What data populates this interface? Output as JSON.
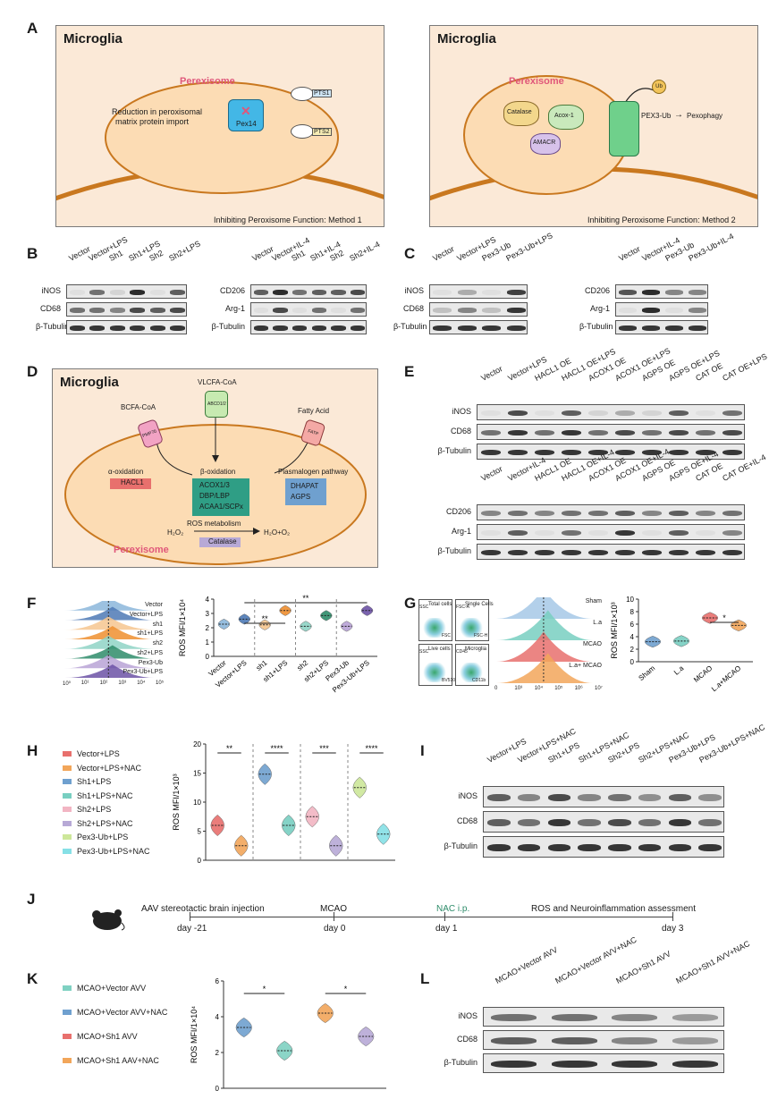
{
  "panels": {
    "A": "A",
    "B": "B",
    "C": "C",
    "D": "D",
    "E": "E",
    "F": "F",
    "G": "G",
    "H": "H",
    "I": "I",
    "J": "J",
    "K": "K",
    "L": "L"
  },
  "A": {
    "left": {
      "title": "Microglia",
      "organelle": "Perexisome",
      "text1": "Reduction in peroxisomal",
      "text2": "matrix protein import",
      "pex": "Pex14",
      "pts1": "PTS1",
      "pts2": "PTS2",
      "caption": "Inhibiting Peroxisome Function: Method 1"
    },
    "right": {
      "title": "Microglia",
      "organelle": "Perexisome",
      "catalase": "Catalase",
      "acox": "Acox-1",
      "amacr": "AMACR",
      "ub": "Ub",
      "pex3": "PEX3-Ub",
      "arrow": "→",
      "pexophagy": "Pexophagy",
      "caption": "Inhibiting Peroxisome Function: Method 2"
    }
  },
  "B": {
    "lanes1": [
      "Vector",
      "Vector+LPS",
      "Sh1",
      "Sh1+LPS",
      "Sh2",
      "Sh2+LPS"
    ],
    "rows1": [
      "iNOS",
      "CD68",
      "β-Tubulin"
    ],
    "lanes2": [
      "Vector",
      "Vector+IL-4",
      "Sh1",
      "Sh1+IL-4",
      "Sh2",
      "Sh2+IL-4"
    ],
    "rows2": [
      "CD206",
      "Arg-1",
      "β-Tubulin"
    ]
  },
  "C": {
    "lanes1": [
      "Vector",
      "Vector+LPS",
      "Pex3-Ub",
      "Pex3-Ub+LPS"
    ],
    "rows1": [
      "iNOS",
      "CD68",
      "β-Tubulin"
    ],
    "lanes2": [
      "Vector",
      "Vector+IL-4",
      "Pex3-Ub",
      "Pex3-Ub+IL-4"
    ],
    "rows2": [
      "CD206",
      "Arg-1",
      "β-Tubulin"
    ]
  },
  "D": {
    "title": "Microglia",
    "organelle": "Perexisome",
    "bcfa": "BCFA-CoA",
    "vlcfa": "VLCFA-CoA",
    "fatty": "Fatty Acid",
    "pmp": "PMP70",
    "abcd": "ABCD1/2",
    "fatp": "FATP",
    "alpha": "α-oxidation",
    "beta": "β-oxidation",
    "plasm": "Plasmalogen pathway",
    "hacl": "HACL1",
    "beta_items": [
      "ACOX1/3",
      "DBP/LBP",
      "ACAA1/SCPx"
    ],
    "plasm_items": [
      "DHAPAT",
      "AGPS"
    ],
    "ros": "ROS metabolism",
    "h2o2": "H₂O₂",
    "h2o": "H₂O+O₂",
    "catalase": "Catalase"
  },
  "E": {
    "lanes1": [
      "Vector",
      "Vector+LPS",
      "HACL1 OE",
      "HACL1 OE+LPS",
      "ACOX1 OE",
      "ACOX1 OE+LPS",
      "AGPS OE",
      "AGPS OE+LPS",
      "CAT OE",
      "CAT OE+LPS"
    ],
    "rows1": [
      "iNOS",
      "CD68",
      "β-Tubulin"
    ],
    "lanes2": [
      "Vector",
      "Vector+IL-4",
      "HACL1 OE",
      "HACL1 OE+IL-4",
      "ACOX1 OE",
      "ACOX1 OE+IL-4",
      "AGPS OE",
      "AGPS OE+IL-4",
      "CAT OE",
      "CAT OE+IL-4"
    ],
    "rows2": [
      "CD206",
      "Arg-1",
      "β-Tubulin"
    ]
  },
  "F": {
    "hist_labels": [
      "Vector",
      "Vector+LPS",
      "sh1",
      "sh1+LPS",
      "sh2",
      "sh2+LPS",
      "Pex3-Ub",
      "Pex3-Ub+LPS"
    ],
    "hist_ticks": [
      "10⁰",
      "10¹",
      "10²",
      "10³",
      "10⁴",
      "10⁵"
    ]
  },
  "G": {
    "gates": [
      "Total cells",
      "Single Cells",
      "Live cells",
      "Microglia"
    ],
    "axes": [
      "SSC",
      "FSC",
      "FSC-A",
      "FSC-H",
      "SSC",
      "BV510",
      "CD45",
      "CD11b"
    ],
    "hist_labels": [
      "Sham",
      "L.a",
      "MCAO",
      "L.a+\nMCAO"
    ],
    "hist_ticks": [
      "0",
      "10³",
      "10⁴",
      "10⁵",
      "10⁶",
      "10⁷"
    ]
  },
  "H": {
    "legend": [
      "Vector+LPS",
      "Vector+LPS+NAC",
      "Sh1+LPS",
      "Sh1+LPS+NAC",
      "Sh2+LPS",
      "Sh2+LPS+NAC",
      "Pex3-Ub+LPS",
      "Pex3-Ub+LPS+NAC"
    ],
    "legend_colors": [
      "#e8706d",
      "#f2a65a",
      "#6fa0cf",
      "#78cfc1",
      "#f2b5c3",
      "#b7a9d6",
      "#cde79a",
      "#86e0e6"
    ]
  },
  "I": {
    "lanes": [
      "Vector+LPS",
      "Vector+LPS+NAC",
      "Sh1+LPS",
      "Sh1+LPS+NAC",
      "Sh2+LPS",
      "Sh2+LPS+NAC",
      "Pex3-Ub+LPS",
      "Pex3-Ub+LPS+NAC"
    ],
    "rows": [
      "iNOS",
      "CD68",
      "β-Tubulin"
    ]
  },
  "J": {
    "steps": [
      "AAV stereotactic brain injection",
      "MCAO",
      "NAC i.p.",
      "ROS and Neuroinflammation assessment"
    ],
    "days": [
      "day -21",
      "day 0",
      "day 1",
      "day 3"
    ]
  },
  "K": {
    "legend": [
      "MCAO+Vector AVV",
      "MCAO+Vector AVV+NAC",
      "MCAO+Sh1 AVV",
      "MCAO+Sh1 AAV+NAC"
    ],
    "legend_colors": [
      "#7fd1c2",
      "#6fa0cf",
      "#e8706d",
      "#f2a65a"
    ]
  },
  "L": {
    "lanes": [
      "MCAO+Vector AVV",
      "MCAO+Vector AVV+NAC",
      "MCAO+Sh1 AVV",
      "MCAO+Sh1 AVV+NAC"
    ],
    "rows": [
      "iNOS",
      "CD68",
      "β-Tubulin"
    ]
  },
  "chart_data": [
    {
      "type": "violin",
      "panel": "F",
      "ylabel": "ROS MFI/1×10⁴",
      "ylim": [
        0,
        4
      ],
      "yticks": [
        "0",
        "1",
        "2",
        "3",
        "4"
      ],
      "categories": [
        "Vector",
        "Vector+LPS",
        "sh1",
        "sh1+LPS",
        "sh2",
        "sh2+LPS",
        "Pex3-Ub",
        "Pex3-Ub+LPS"
      ],
      "values": [
        2.25,
        2.6,
        2.2,
        3.2,
        2.1,
        2.85,
        2.1,
        3.2
      ],
      "colors": [
        "#8bb6db",
        "#4d79b5",
        "#f6c68f",
        "#ef8f2f",
        "#8fd3c5",
        "#2e8c6a",
        "#b9a3d6",
        "#6c52a6"
      ],
      "significance": [
        {
          "pair": [
            "Vector+LPS",
            "sh1+LPS"
          ],
          "label": "**"
        },
        {
          "pair": [
            "Vector+LPS",
            "Pex3-Ub+LPS"
          ],
          "label": "**"
        }
      ]
    },
    {
      "type": "violin",
      "panel": "G",
      "ylabel": "ROS MFI/1×10³",
      "ylim": [
        0,
        10
      ],
      "yticks": [
        "0",
        "2",
        "4",
        "6",
        "8",
        "10"
      ],
      "categories": [
        "Sham",
        "L.a",
        "MCAO",
        "L.a+MCAO"
      ],
      "values": [
        3.2,
        3.3,
        7.0,
        5.8
      ],
      "colors": [
        "#6fa0cf",
        "#78cfc1",
        "#e8706d",
        "#f2a65a"
      ],
      "significance": [
        {
          "pair": [
            "MCAO",
            "L.a+MCAO"
          ],
          "label": "*"
        }
      ]
    },
    {
      "type": "violin",
      "panel": "H",
      "ylabel": "ROS MFI/1×10³",
      "ylim": [
        0,
        20
      ],
      "yticks": [
        "0",
        "5",
        "10",
        "15",
        "20"
      ],
      "categories": [
        "Vector+LPS",
        "Vector+LPS+NAC",
        "Sh1+LPS",
        "Sh1+LPS+NAC",
        "Sh2+LPS",
        "Sh2+LPS+NAC",
        "Pex3-Ub+LPS",
        "Pex3-Ub+LPS+NAC"
      ],
      "values": [
        6.0,
        2.5,
        14.8,
        6.0,
        7.5,
        2.5,
        12.5,
        4.5
      ],
      "colors": [
        "#e8706d",
        "#f2a65a",
        "#6fa0cf",
        "#78cfc1",
        "#f2b5c3",
        "#b7a9d6",
        "#cde79a",
        "#86e0e6"
      ],
      "significance": [
        {
          "pair": [
            "Vector+LPS",
            "Vector+LPS+NAC"
          ],
          "label": "**"
        },
        {
          "pair": [
            "Sh1+LPS",
            "Sh1+LPS+NAC"
          ],
          "label": "****"
        },
        {
          "pair": [
            "Sh2+LPS",
            "Sh2+LPS+NAC"
          ],
          "label": "***"
        },
        {
          "pair": [
            "Pex3-Ub+LPS",
            "Pex3-Ub+LPS+NAC"
          ],
          "label": "****"
        }
      ]
    },
    {
      "type": "violin",
      "panel": "K",
      "ylabel": "ROS MFI/1×10⁴",
      "ylim": [
        0,
        6
      ],
      "yticks": [
        "0",
        "2",
        "4",
        "6"
      ],
      "categories": [
        "MCAO+Vector AVV",
        "MCAO+Vector AVV+NAC",
        "MCAO+Sh1 AVV",
        "MCAO+Sh1 AAV+NAC"
      ],
      "values": [
        3.4,
        2.1,
        4.2,
        2.9
      ],
      "colors": [
        "#6fa0cf",
        "#7fd1c2",
        "#f2a65a",
        "#b7a9d6"
      ],
      "significance": [
        {
          "pair": [
            "MCAO+Vector AVV",
            "MCAO+Vector AVV+NAC"
          ],
          "label": "*"
        },
        {
          "pair": [
            "MCAO+Sh1 AVV",
            "MCAO+Sh1 AAV+NAC"
          ],
          "label": "*"
        }
      ]
    }
  ]
}
